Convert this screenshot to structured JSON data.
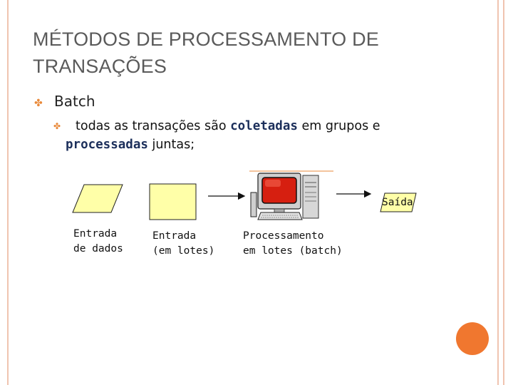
{
  "slide": {
    "title_line1": "MÉTODOS DE PROCESSAMENTO DE",
    "title_line2": "TRANSAÇÕES",
    "bullet_l1": "Batch",
    "bullet_l2": {
      "part1": "todas as transações são ",
      "highlight1": "coletadas",
      "part2": " em grupos e",
      "highlight2": "processadas",
      "part3": " juntas;"
    }
  },
  "diagram": {
    "nodes": [
      {
        "id": "entrada-dados",
        "shape": "parallelogram",
        "label_line1": "Entrada",
        "label_line2": "de dados"
      },
      {
        "id": "entrada-lotes",
        "shape": "rectangle",
        "label_line1": "Entrada",
        "label_line2": "(em lotes)"
      },
      {
        "id": "processamento",
        "shape": "computer-icon",
        "label_line1": "Processamento",
        "label_line2": "em lotes (batch)"
      },
      {
        "id": "saida",
        "shape": "parallelogram",
        "label_line1": "Saída"
      }
    ],
    "edges": [
      {
        "from": "entrada-lotes",
        "to": "processamento"
      },
      {
        "from": "processamento",
        "to": "saida"
      }
    ],
    "colors": {
      "node_fill": "#ffffa8",
      "accent": "#e98a3b",
      "screen": "#d61f10"
    }
  }
}
